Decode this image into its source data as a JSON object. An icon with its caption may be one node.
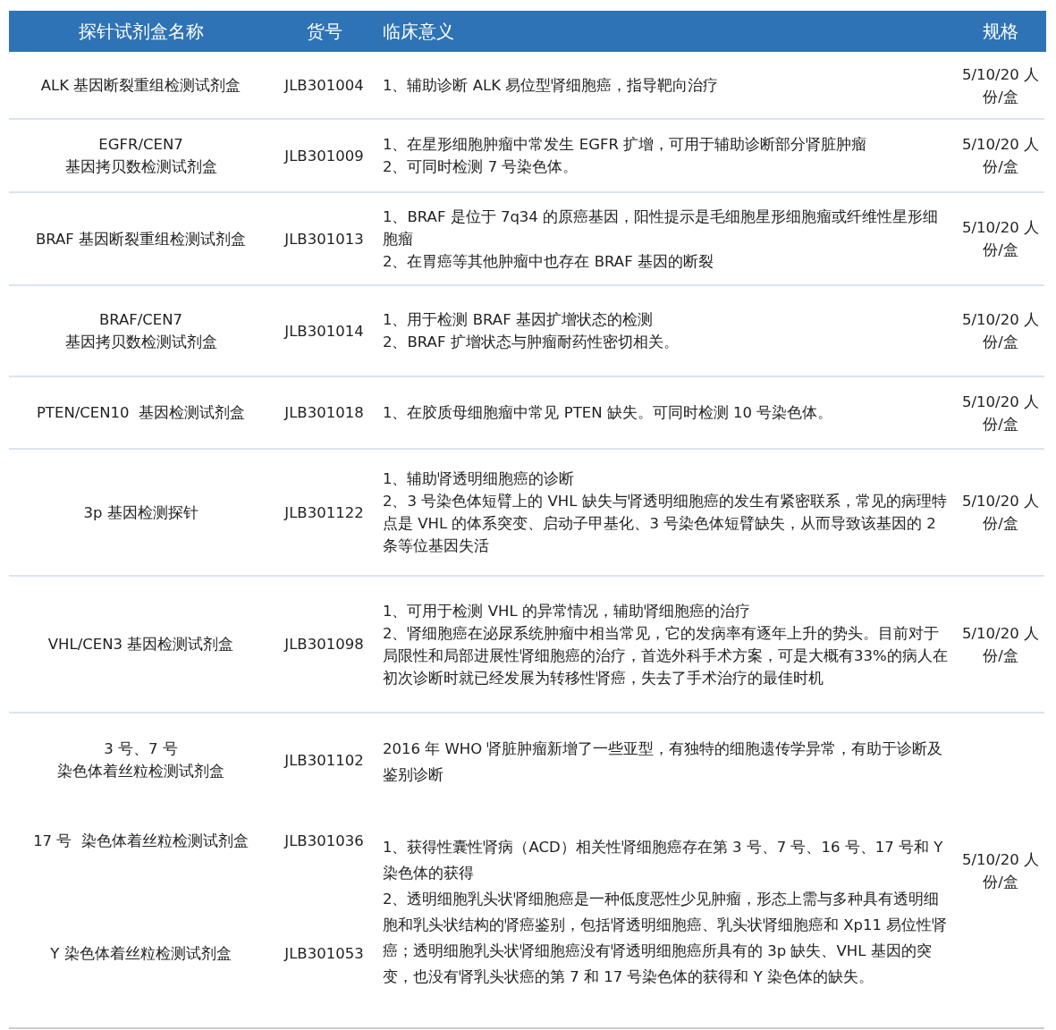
{
  "diagram": {
    "labels": [
      "探针试剂盒名称",
      "货号",
      "临床意义",
      "规格",
      "ALK 基因断裂重组检测试剂盒",
      "JLB301004",
      "1、辅助诊断 ALK 易位型肾细胞癌，指导靶向治疗",
      "5/10/20 人份/盒",
      "EGFR/CEN7",
      "基因拷贝数检测试剂盒",
      "JLB301009",
      "1、在星形细胞肿瘤中常发生 EGFR 扩增，可用于辅助诊断部分肾脏肿瘤",
      "2、可同时检测 7 号染色体。",
      "5/10/20 人份/盒",
      "BRAF 基因断裂重组检测试剂盒",
      "JLB301013",
      "1、BRAF 是位于 7q34 的原癌基因，阳性提示是毛细胞星形细胞瘤或纤维性星形细胞瘤",
      "2、在胃癌等其他肿瘤中也存在 BRAF 基因的断裂",
      "5/10/20 人份/盒",
      "BRAF/CEN7",
      "基因拷贝数检测试剂盒",
      "JLB301014",
      "1、用于检测 BRAF 基因扩增状态的检测",
      "2、BRAF 扩增状态与肿瘤耐药性密切相关。",
      "5/10/20 人份/盒",
      "PTEN/CEN10  基因检测试剂盒",
      "JLB301018",
      "1、在胶质母细胞瘤中常见 PTEN 缺失。可同时检测 10 号染色体。",
      "5/10/20 人份/盒",
      "3p 基因检测探针",
      "JLB301122",
      "1、辅助肾透明细胞癌的诊断",
      "2、3 号染色体短臂上的 VHL 缺失与肾透明细胞癌的发生有紧密联系，常见的病理特点是 VHL 的体系突变、启动子甲基化、3 号染色体短臂缺失，从而导致该基因的 2 条等位基因失活",
      "5/10/20 人份/盒",
      "VHL/CEN3 基因检测试剂盒",
      "JLB301098",
      "1、可用于检测 VHL 的异常情况，辅助肾细胞癌的治疗",
      "2、肾细胞癌在泌尿系统肿瘤中相当常见，它的发病率有逐年上升的势头。目前对于局限性和局部进展性肾细胞癌的治疗，首选外科手术方案，可是大概有33%的病人在初次诊断时就已经发展为转移性肾癌，失去了手术治疗的最佳时机",
      "5/10/20 人份/盒",
      "3 号、7 号",
      "染色体着丝粒检测试剂盒",
      "JLB301102",
      "2016 年 WHO 肾脏肿瘤新增了一些亚型，有独特的细胞遗传学异常，有助于诊断及鉴别诊断",
      "5/10/20 人份/盒",
      "17 号  染色体着丝粒检测试剂盒",
      "JLB301036",
      "1、获得性囊性肾病（ACD）相关性肾细胞癌存在第 3 号、7 号、16 号、17 号和 Y 染色体的获得",
      "2、透明细胞乳头状肾细胞癌是一种低度恶性少见肿瘤，形态上需与多种具有透明细胞和乳头状结构的肾癌鉴别，包括肾透明细胞癌、乳头状肾细胞癌和 Xp11 易位性肾癌；透明细胞乳头状肾细胞癌没有肾透明细胞癌所具有的 3p 缺失、VHL 基因的突变，也没有肾乳头状癌的第 7 和 17 号染色体的获得和 Y 染色体的缺失。",
      "Y 染色体着丝粒检测试剂盒",
      "JLB301053"
    ]
  }
}
